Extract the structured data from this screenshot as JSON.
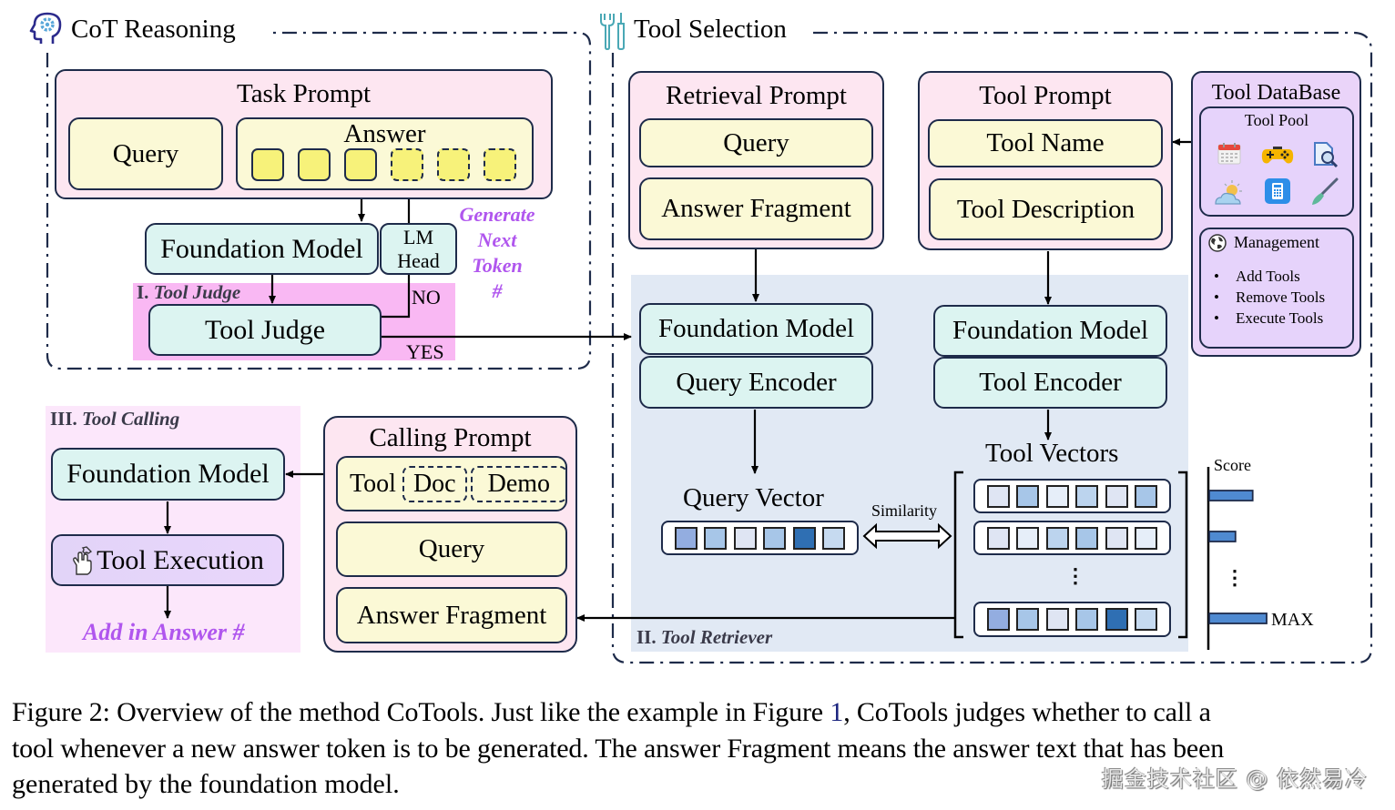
{
  "sections": {
    "cot": {
      "title": "CoT Reasoning",
      "icon": "head-gear-icon"
    },
    "tool_selection": {
      "title": "Tool Selection",
      "icon": "wrench-screwdriver-icon"
    }
  },
  "task_prompt": {
    "title": "Task Prompt",
    "query": "Query",
    "answer": "Answer",
    "tokens": [
      {
        "state": "generated"
      },
      {
        "state": "generated"
      },
      {
        "state": "generated"
      },
      {
        "state": "pending"
      },
      {
        "state": "pending"
      },
      {
        "state": "pending"
      }
    ]
  },
  "cot_flow": {
    "foundation_model": "Foundation Model",
    "lm_head_line1": "LM",
    "lm_head_line2": "Head",
    "generate_next_token": [
      "Generate",
      "Next",
      "Token",
      "#"
    ],
    "tool_judge_stage": {
      "numeral": "I.",
      "name": "Tool Judge"
    },
    "tool_judge": "Tool Judge",
    "no_label": "NO",
    "yes_label": "YES"
  },
  "retrieval_prompt": {
    "title": "Retrieval Prompt",
    "query": "Query",
    "answer_fragment": "Answer Fragment"
  },
  "tool_prompt": {
    "title": "Tool Prompt",
    "tool_name": "Tool Name",
    "tool_description": "Tool Description"
  },
  "tool_database": {
    "title": "Tool DataBase",
    "pool_title": "Tool Pool",
    "pool_icons": [
      "calendar-icon",
      "gamepad-icon",
      "document-search-icon",
      "weather-icon",
      "calculator-icon",
      "paintbrush-icon"
    ],
    "management_title": "Management",
    "management_icon": "globe-icon",
    "management_items": [
      "Add Tools",
      "Remove Tools",
      "Execute Tools"
    ]
  },
  "tool_retriever": {
    "stage": {
      "numeral": "II.",
      "name": "Tool Retriever"
    },
    "query_side": {
      "foundation_model": "Foundation Model",
      "encoder": "Query Encoder"
    },
    "tool_side": {
      "foundation_model": "Foundation Model",
      "encoder": "Tool Encoder"
    },
    "query_vector_label": "Query Vector",
    "tool_vectors_label": "Tool Vectors",
    "similarity_label": "Similarity",
    "ellipsis": "⋮",
    "query_vector": [
      "#93ade0",
      "#a7c6e8",
      "#dfe5f3",
      "#a7c6e8",
      "#2f6fb3",
      "#c6daf0"
    ],
    "tool_vectors": [
      [
        "#dfe5f3",
        "#a7c6e8",
        "#e6eef9",
        "#bcd4ee",
        "#dfe5f3",
        "#a7c6e8"
      ],
      [
        "#dfe5f3",
        "#e6eef9",
        "#bcd4ee",
        "#a7c6e8",
        "#dfe5f3",
        "#e6eef9"
      ],
      [
        "#93ade0",
        "#a7c6e8",
        "#dfe5f3",
        "#a7c6e8",
        "#2f6fb3",
        "#c6daf0"
      ]
    ],
    "score": {
      "axis_label": "Score",
      "relative_scores": [
        0.53,
        0.32,
        0.7
      ],
      "max_label": "MAX",
      "ellipsis": "⋮",
      "bar_color": "#4f8ad1"
    }
  },
  "tool_calling": {
    "stage": {
      "numeral": "III.",
      "name": "Tool Calling"
    },
    "foundation_model": "Foundation Model",
    "tool_execution": "Tool Execution",
    "add_in_answer": "Add in Answer #"
  },
  "calling_prompt": {
    "title": "Calling Prompt",
    "tool": "Tool",
    "doc": "Doc",
    "demo": "Demo",
    "query": "Query",
    "answer_fragment": "Answer Fragment"
  },
  "caption": {
    "line1_pre": "Figure 2: Overview of the method CoTools. Just like the example in Figure ",
    "line1_ref": "1",
    "line1_post": ", CoTools judges whether to call a",
    "line2": "tool whenever a new answer token is to be generated. The answer Fragment means the answer text that has been",
    "line3": "generated by the foundation model."
  },
  "watermark": "掘金技术社区 @ 依然易冷",
  "colors": {
    "border": "#1e2b4a",
    "prompt_pink": "#fde6f1",
    "field_yellow": "#fbf9d6",
    "model_cyan": "#dcf4f1",
    "database_lavender": "#ead4f9",
    "retriever_bg": "#e1e9f4",
    "tool_judge_bg": "#f9b8f3",
    "tool_calling_bg": "#fce7fb",
    "accent_purple": "#b056ee",
    "token_yellow": "#f7f27a"
  }
}
